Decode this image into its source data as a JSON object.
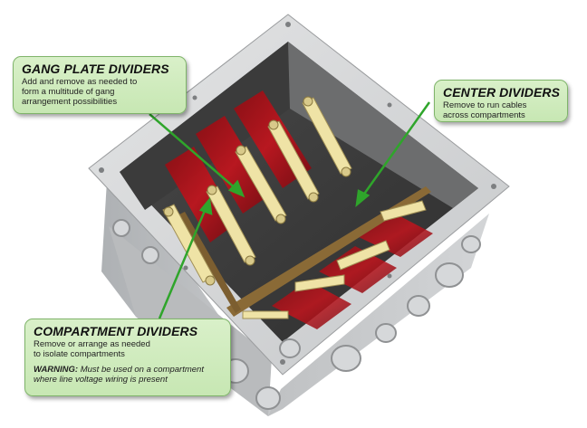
{
  "callouts": {
    "gang_plate": {
      "title": "GANG PLATE DIVIDERS",
      "desc_line1": "Add and remove as needed to",
      "desc_line2": "form a multitude of gang",
      "desc_line3": "arrangement possibilities"
    },
    "center": {
      "title": "CENTER DIVIDERS",
      "desc_line1": "Remove to run cables",
      "desc_line2": "across compartments"
    },
    "compartment": {
      "title": "COMPARTMENT DIVIDERS",
      "desc_line1": "Remove or arrange as needed",
      "desc_line2": "to isolate compartments",
      "warning_label": "WARNING:",
      "warning_line1": " Must be used on a compartment",
      "warning_line2": "where line voltage wiring is present"
    }
  },
  "colors": {
    "callout_bg": "#c7e7b3",
    "callout_border": "#7fb46a",
    "arrow": "#2fa52b",
    "box_metal": "#c4c6c8",
    "divider_red": "#b3121b",
    "bracket_cream": "#efe3a6"
  },
  "icons": [
    "floor-box-illustration",
    "arrow"
  ]
}
